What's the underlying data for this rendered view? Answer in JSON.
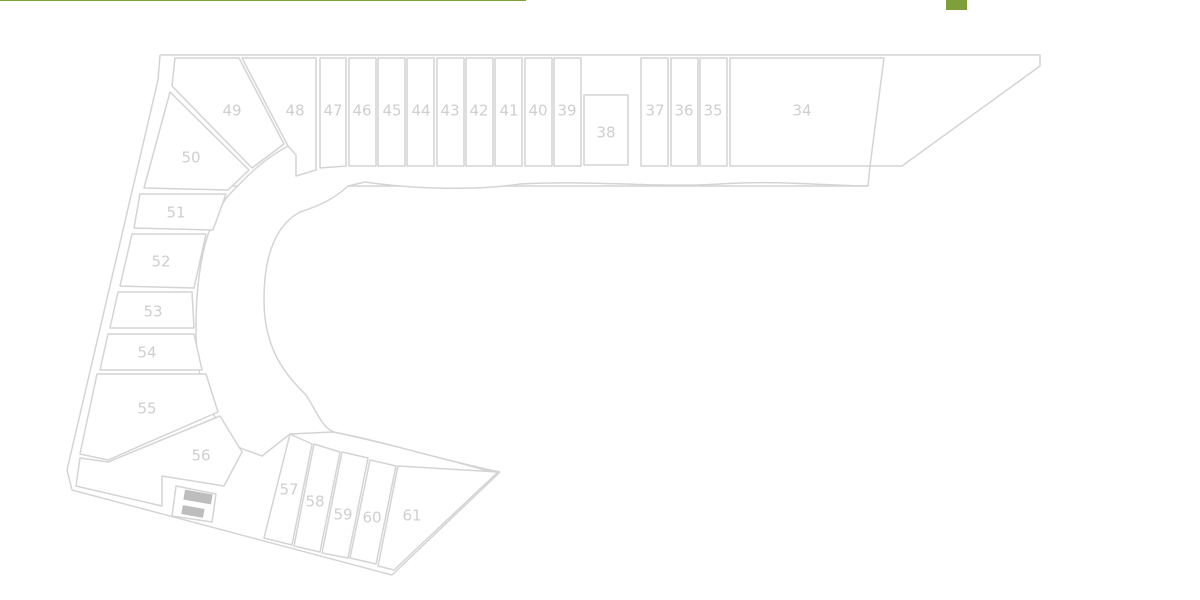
{
  "map": {
    "accent_color": "#7e9f3a",
    "line_color": "#d4d4d4",
    "label_color": "#cfcfcf",
    "lots": [
      {
        "id": "lot-34",
        "label": "34"
      },
      {
        "id": "lot-35",
        "label": "35"
      },
      {
        "id": "lot-36",
        "label": "36"
      },
      {
        "id": "lot-37",
        "label": "37"
      },
      {
        "id": "lot-38",
        "label": "38"
      },
      {
        "id": "lot-39",
        "label": "39"
      },
      {
        "id": "lot-40",
        "label": "40"
      },
      {
        "id": "lot-41",
        "label": "41"
      },
      {
        "id": "lot-42",
        "label": "42"
      },
      {
        "id": "lot-43",
        "label": "43"
      },
      {
        "id": "lot-44",
        "label": "44"
      },
      {
        "id": "lot-45",
        "label": "45"
      },
      {
        "id": "lot-46",
        "label": "46"
      },
      {
        "id": "lot-47",
        "label": "47"
      },
      {
        "id": "lot-48",
        "label": "48"
      },
      {
        "id": "lot-49",
        "label": "49"
      },
      {
        "id": "lot-50",
        "label": "50"
      },
      {
        "id": "lot-51",
        "label": "51"
      },
      {
        "id": "lot-52",
        "label": "52"
      },
      {
        "id": "lot-53",
        "label": "53"
      },
      {
        "id": "lot-54",
        "label": "54"
      },
      {
        "id": "lot-55",
        "label": "55"
      },
      {
        "id": "lot-56",
        "label": "56"
      },
      {
        "id": "lot-57",
        "label": "57"
      },
      {
        "id": "lot-58",
        "label": "58"
      },
      {
        "id": "lot-59",
        "label": "59"
      },
      {
        "id": "lot-60",
        "label": "60"
      },
      {
        "id": "lot-61",
        "label": "61"
      }
    ]
  }
}
